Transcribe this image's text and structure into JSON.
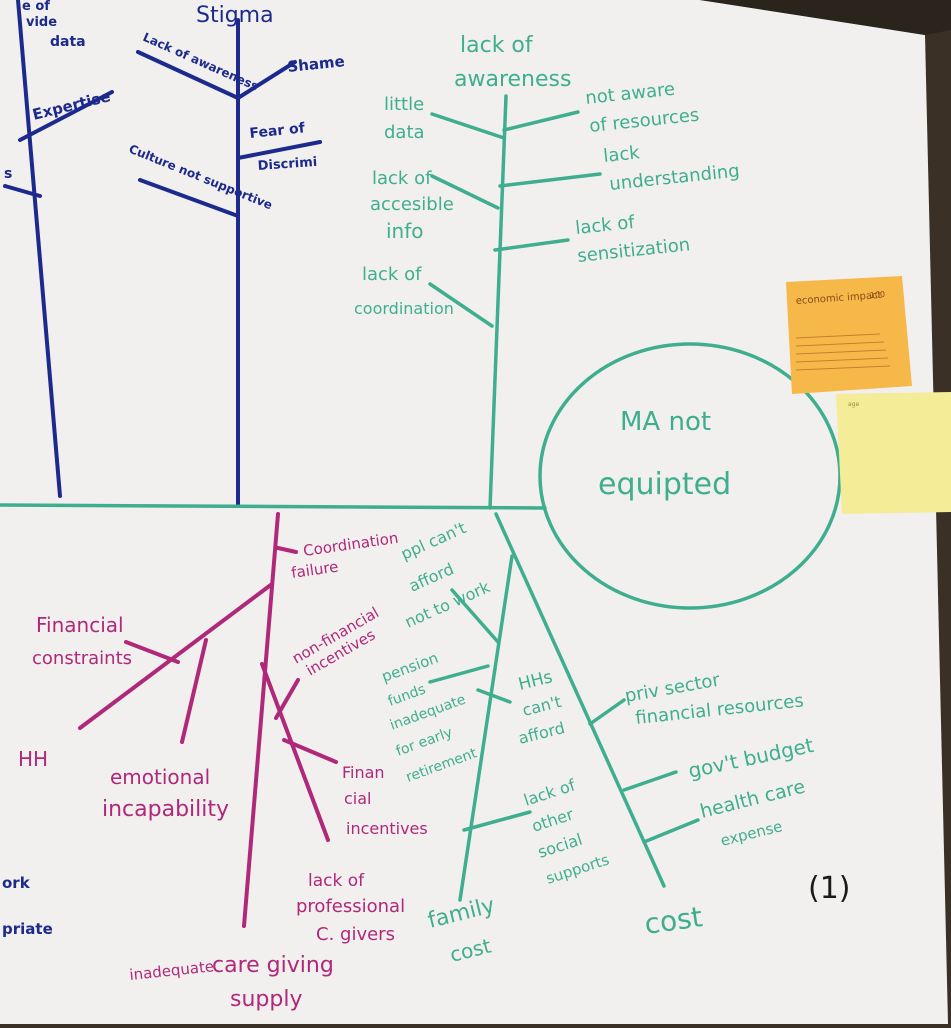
{
  "colors": {
    "paper": "#f1f0ee",
    "teal": "#3fae8f",
    "navy": "#1c2a8c",
    "magenta": "#b0287a",
    "black": "#1a1a1a",
    "sticky_orange": "#f7b84a",
    "sticky_yellow": "#f4ec96",
    "background": "#3a3026"
  },
  "stigma": {
    "title": "Stigma",
    "lack_awareness": "Lack of awareness",
    "shame": "Shame",
    "fear": "Fear of",
    "discrimi": "Discrimi",
    "culture": "Culture not supportive"
  },
  "left_navy": {
    "top1": "e of",
    "top2": "vide",
    "data": "data",
    "expertise": "Expertise",
    "s": "s"
  },
  "awareness": {
    "title_line1": "lack of",
    "title_line2": "awareness",
    "little_data1": "little",
    "little_data2": "data",
    "not_aware1": "not aware",
    "not_aware2": "of resources",
    "lack_access1": "lack of",
    "lack_access2": "accesible",
    "lack_access3": "info",
    "lack_under1": "lack",
    "lack_under2": "understanding",
    "lack_sens1": "lack of",
    "lack_sens2": "sensitization",
    "lack_coord1": "lack of",
    "lack_coord2": "coordination"
  },
  "head": {
    "line1": "MA not",
    "line2": "equipted"
  },
  "sticky": {
    "orange_title": "economic impact",
    "orange_note": "100",
    "yellow_note": "age"
  },
  "cost": {
    "ppl1": "ppl can't",
    "ppl2": "afford",
    "ppl3": "not to work",
    "pension1": "pension",
    "pension2": "funds",
    "pension3": "inadequate",
    "pension4": "for early",
    "pension5": "retirement",
    "hh1": "HHs",
    "hh2": "can't",
    "hh3": "afford",
    "lack_other1": "lack of",
    "lack_other2": "other",
    "lack_other3": "social",
    "lack_other4": "supports",
    "family1": "family",
    "family2": "cost",
    "priv1": "priv sector",
    "priv2": "financial resources",
    "govt": "gov't budget",
    "health1": "health care",
    "health2": "expense",
    "cost_label": "cost"
  },
  "caregiving": {
    "coord1": "Coordination",
    "coord2": "failure",
    "nonfin1": "non-financial",
    "nonfin2": "incentives",
    "fin_constraints1": "Financial",
    "fin_constraints2": "constraints",
    "hh": "HH",
    "emotional1": "emotional",
    "emotional2": "incapability",
    "fin_inc1": "Finan",
    "fin_inc2": "cial",
    "fin_inc3": "incentives",
    "lack_prof1": "lack of",
    "lack_prof2": "professional",
    "lack_prof3": "C. givers",
    "care1": "care giving",
    "care_inadequate": "inadequate",
    "care2": "supply"
  },
  "bottom_left": {
    "work": "ork",
    "priate": "priate"
  },
  "page_number": "(1)"
}
